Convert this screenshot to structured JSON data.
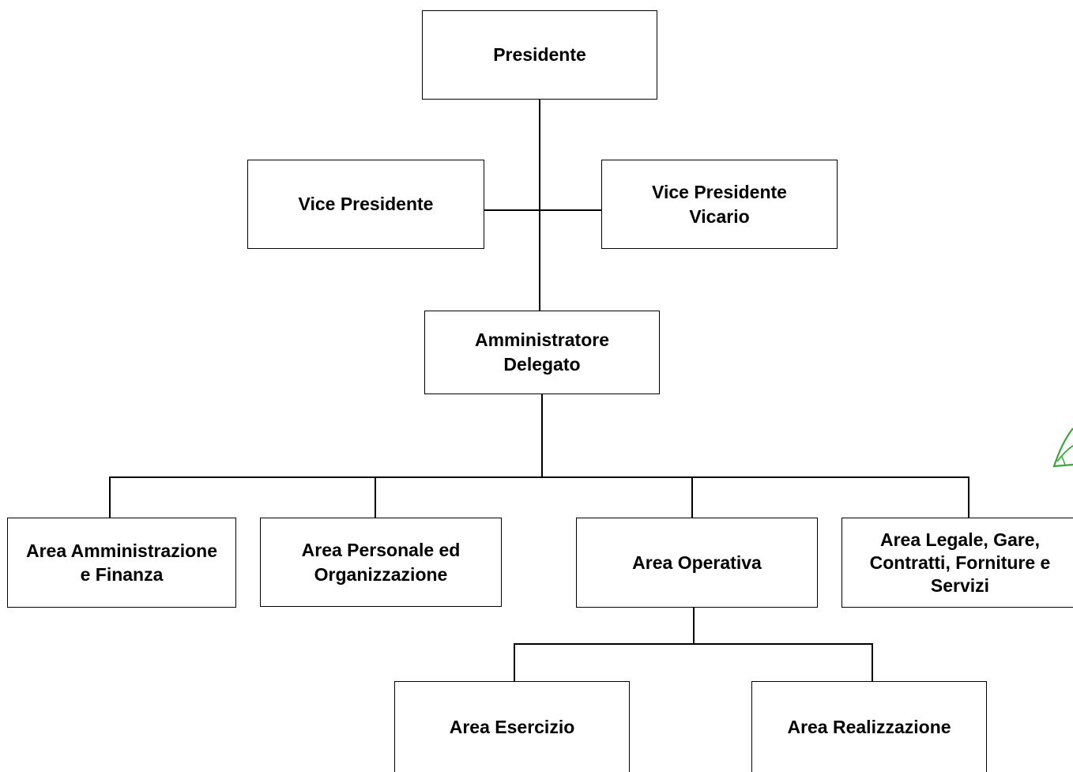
{
  "nodes": {
    "presidente": "Presidente",
    "vice_presidente": "Vice Presidente",
    "vice_presidente_vicario": "Vice Presidente Vicario",
    "amministratore_delegato": "Amministratore Delegato",
    "area_amministrazione_finanza": "Area Amministrazione e Finanza",
    "area_personale_organizzazione": "Area Personale ed Organizzazione",
    "area_operativa": "Area Operativa",
    "area_legale": "Area Legale, Gare, Contratti, Forniture e Servizi",
    "area_esercizio": "Area Esercizio",
    "area_realizzazione": "Area Realizzazione"
  },
  "colors": {
    "line": "#000000",
    "box_border": "#000000",
    "box_fill": "#ffffff",
    "logo_stroke": "#3aa63a"
  },
  "icons": {
    "logo_fragment": "green-leaf-logo-icon"
  }
}
